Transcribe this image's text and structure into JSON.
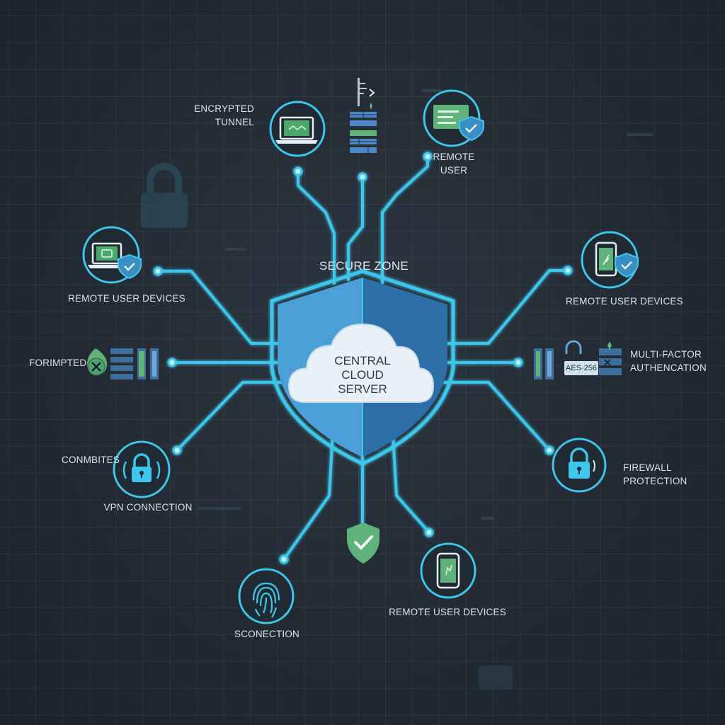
{
  "diagram": {
    "zone_label": "SECURE ZONE",
    "center": {
      "lines": [
        "CENTRAL",
        "CLOUD",
        "SERVER"
      ]
    },
    "badge": "AES-256",
    "labels": {
      "encrypted_tunnel": [
        "ENCRYPTED",
        "TUNNEL"
      ],
      "remote_user_top": [
        "REMOTE",
        "USER"
      ],
      "remote_devices_left": "REMOTE USER DEVICES",
      "remote_devices_right": "REMOTE USER DEVICES",
      "remote_devices_bottom": "REMOTE USER DEVICES",
      "formipted": "FORIMPTED",
      "mfa": [
        "MULTI-FACTOR",
        "AUTHENCATION"
      ],
      "conmbites": "CONMBITES",
      "vpn": "VPN CONNECTION",
      "firewall": [
        "FIREWALL",
        "PROTECTION"
      ],
      "sconection": "SCONECTION"
    }
  },
  "colors": {
    "accent": "#3ec6ec",
    "shield_light": "#4a9fd6",
    "shield_dark": "#2c6fa8",
    "green": "#5fb37a",
    "background": "#232a33"
  },
  "icons": [
    "laptop-icon",
    "server-stack-icon",
    "remote-user-icon",
    "laptop-shield-icon",
    "phone-shield-icon",
    "firewall-icon",
    "mfa-icon",
    "vpn-lock-icon",
    "firewall-lock-icon",
    "fingerprint-icon",
    "mobile-device-icon",
    "check-shield-icon",
    "cloud-icon",
    "shield-icon",
    "padlock-icon"
  ]
}
